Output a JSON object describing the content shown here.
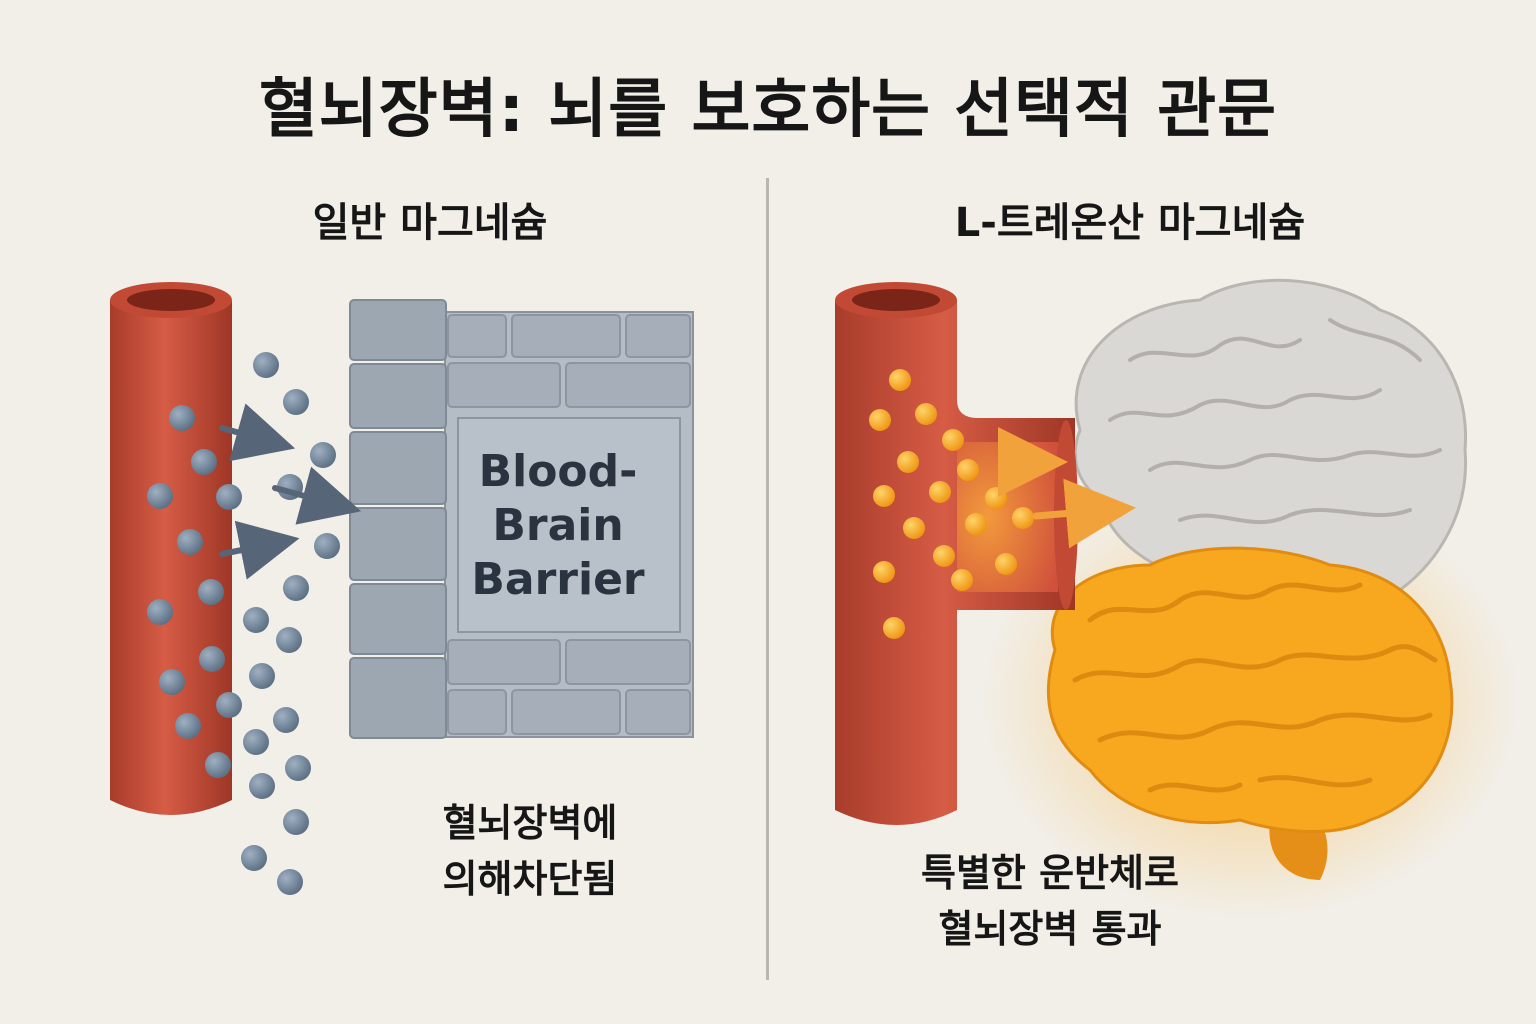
{
  "title": "혈뇌장벽: 뇌를 보호하는 선택적 관문",
  "left": {
    "heading": "일반 마그네슘",
    "barrier_label": [
      "Blood-",
      "Brain",
      "Barrier"
    ],
    "caption": [
      "혈뇌장벽에",
      "의해차단됨"
    ]
  },
  "right": {
    "heading": "L-트레온산 마그네슘",
    "caption": [
      "특별한 운반체로",
      "혈뇌장벽 통과"
    ]
  },
  "colors": {
    "vessel": "#c9513d",
    "vessel_dark": "#a03a2a",
    "particle_gray": "#6f8296",
    "particle_orange": "#f6a623",
    "brick": "#a9b1ba",
    "brain_gray": "#d9d7d3",
    "brain_orange": "#f7a81e"
  },
  "icons": [
    "blood-vessel-icon",
    "brick-wall-icon",
    "brain-icon",
    "arrow-icon"
  ]
}
